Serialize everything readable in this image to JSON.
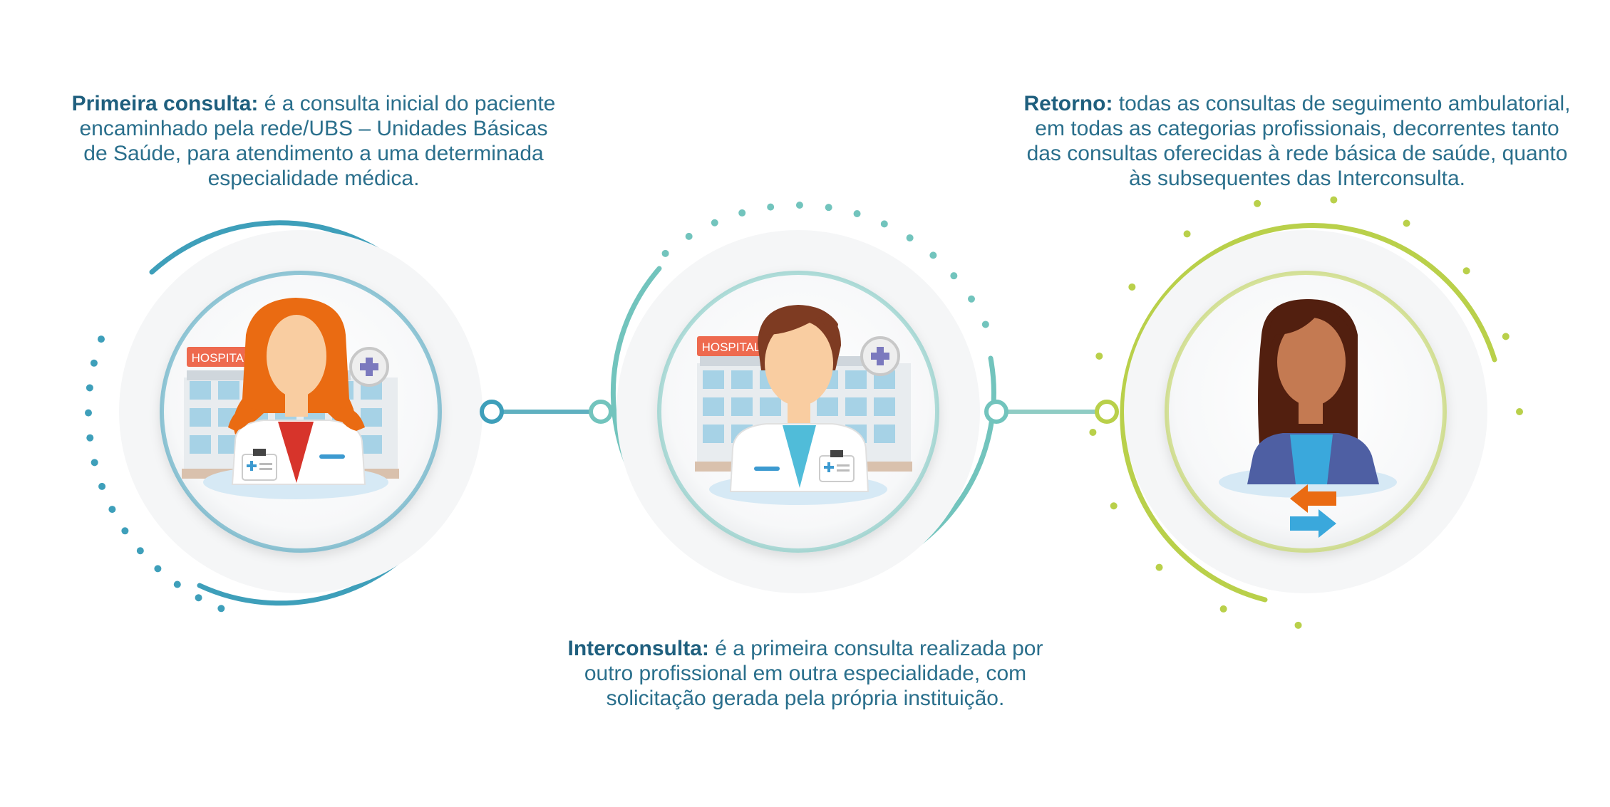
{
  "items": [
    {
      "term": "Primeira consulta:",
      "lines": [
        "é a consulta inicial do paciente",
        "encaminhado pela rede/UBS – Unidades Básicas",
        "de Saúde, para atendimento a uma determinada",
        "especialidade médica."
      ],
      "sign": "HOSPITAL",
      "color": "#3e9fba"
    },
    {
      "term": "Interconsulta:",
      "lines": [
        "é a primeira consulta realizada por",
        "outro profissional em outra especialidade, com",
        "solicitação gerada pela própria instituição."
      ],
      "sign": "HOSPITAL",
      "color": "#72c4bd"
    },
    {
      "term": "Retorno:",
      "lines": [
        "todas as consultas de seguimento ambulatorial,",
        "em todas as categorias profissionais, decorrentes tanto",
        "das consultas oferecidas à rede básica de saúde, quanto",
        "às subsequentes das Interconsulta."
      ],
      "color": "#b9d04a"
    }
  ]
}
